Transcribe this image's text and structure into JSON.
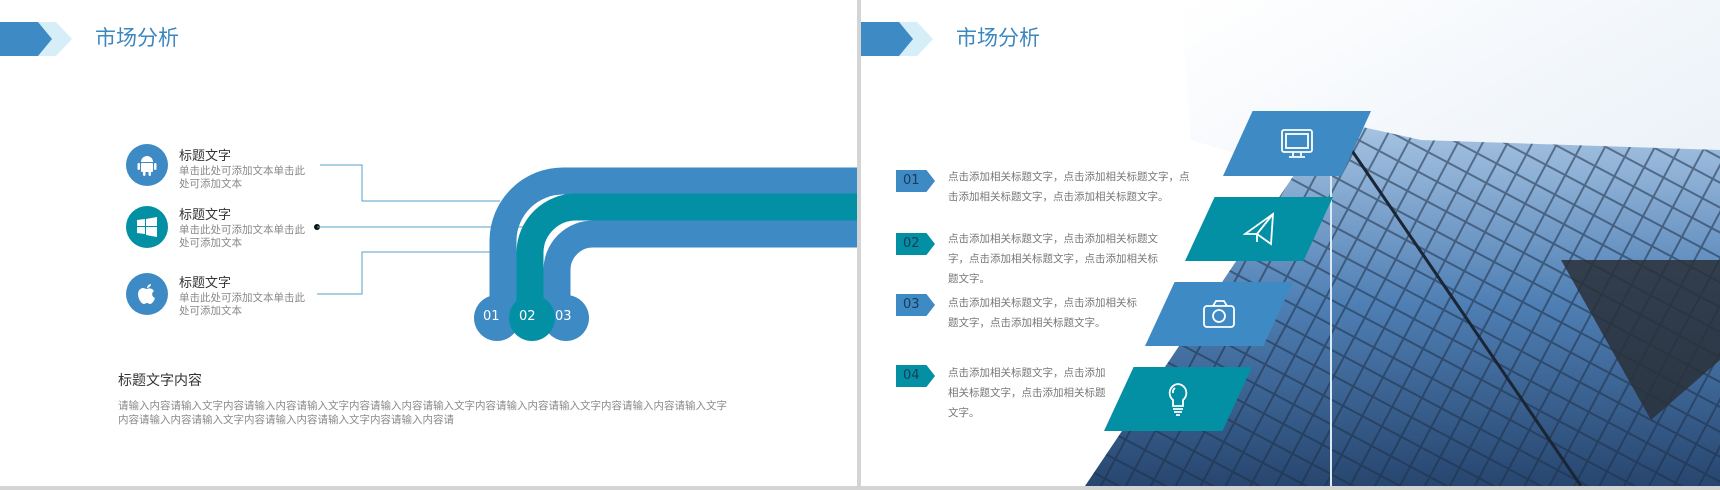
{
  "colors": {
    "blue": "#3d8ac4",
    "teal": "#0390a5",
    "title": "#3b87c0"
  },
  "slide1": {
    "title": "市场分析",
    "items": [
      {
        "title": "标题文字",
        "desc": "单击此处可添加文本单击此处可添加文本",
        "icon": "android-icon"
      },
      {
        "title": "标题文字",
        "desc": "单击此处可添加文本单击此处可添加文本",
        "icon": "windows-icon"
      },
      {
        "title": "标题文字",
        "desc": "单击此处可添加文本单击此处可添加文本",
        "icon": "apple-icon"
      }
    ],
    "pipe_labels": [
      "01",
      "02",
      "03"
    ],
    "bottom_title": "标题文字内容",
    "bottom_text": "请输入内容请输入文字内容请输入内容请输入文字内容请输入内容请输入文字内容请输入内容请输入文字内容请输入内容请输入文字内容请输入内容请输入文字内容请输入内容请输入文字内容请输入内容请"
  },
  "slide2": {
    "title": "市场分析",
    "items": [
      {
        "num": "01",
        "text": "点击添加相关标题文字，点击添加相关标题文字，点击添加相关标题文字，点击添加相关标题文字。",
        "icon": "monitor-icon"
      },
      {
        "num": "02",
        "text": "点击添加相关标题文字，点击添加相关标题文字，点击添加相关标题文字，点击添加相关标题文字。",
        "icon": "paper-plane-icon"
      },
      {
        "num": "03",
        "text": "点击添加相关标题文字，点击添加相关标题文字，点击添加相关标题文字。",
        "icon": "camera-icon"
      },
      {
        "num": "04",
        "text": "点击添加相关标题文字，点击添加相关标题文字，点击添加相关标题文字。",
        "icon": "lightbulb-icon"
      }
    ]
  }
}
